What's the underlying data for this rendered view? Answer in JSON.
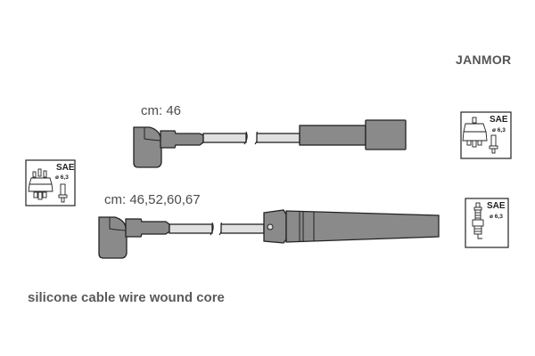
{
  "brand": "JANMOR",
  "cables": [
    {
      "length_label": "cm: 46"
    },
    {
      "length_label": "cm: 46,52,60,67"
    }
  ],
  "caption": "silicone cable wire wound core",
  "icons": [
    {
      "name": "distributor-cap-icon",
      "standard": "SAE",
      "diameter": "ø 6,3"
    },
    {
      "name": "coil-tower-icon",
      "standard": "SAE",
      "diameter": "ø 6,3"
    },
    {
      "name": "spark-plug-icon",
      "standard": "SAE",
      "diameter": "ø 6,3"
    }
  ],
  "colors": {
    "cable_fill": "#8a8a8a",
    "wire_fill": "#e0e0e0",
    "outline": "#222222",
    "text": "#4d4d4d"
  }
}
